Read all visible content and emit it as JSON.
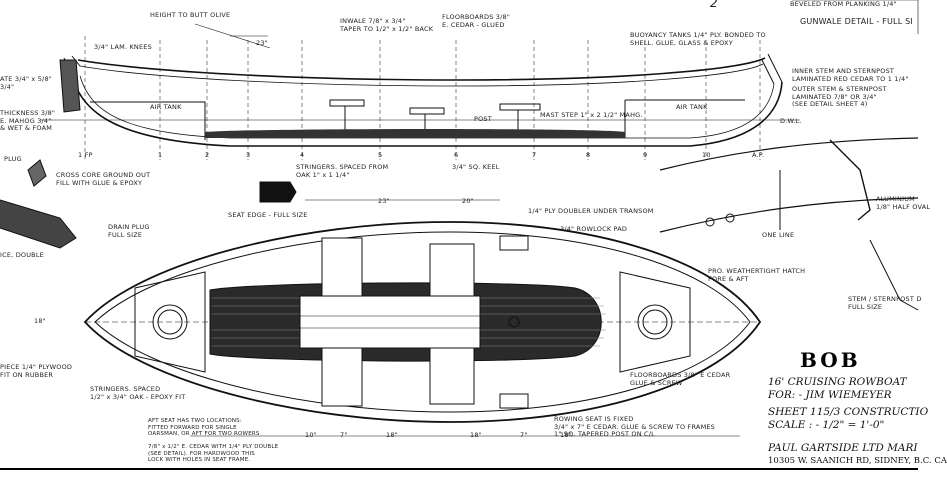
{
  "title_block": {
    "name": "BOB",
    "line1": "16' CRUISING ROWBOAT",
    "line2": "FOR: - JIM WIEMEYER",
    "line3": "SHEET 115/3 CONSTRUCTIO",
    "line4": "SCALE : - 1/2\" = 1'-0\"",
    "line5": "PAUL GARTSIDE LTD MARI",
    "line6": "10305 W. SAANICH RD, SIDNEY, B.C. CA"
  },
  "page_number": "2",
  "gunwale_detail": {
    "note": "BEVELED FROM PLANKING 1/4\"",
    "title": "GUNWALE DETAIL - FULL SI"
  },
  "notes": {
    "height_to_butt": "HEIGHT TO BUTT OLIVE",
    "inwale": "INWALE 7/8\" x 3/4\"\nTAPER TO 1/2\" x 1/2\" BACK",
    "floorboards_top": "FLOORBOARDS 3/8\"\nE. CEDAR - GLUED",
    "buoyancy_tanks": "BUOYANCY TANKS 1/4\" PLY. BONDED TO\nSHELL. GLUE, GLASS & EPOXY",
    "lam_knees": "3/4\" LAM. KNEES",
    "air_tank_left": "AIR TANK",
    "air_tank_right": "AIR TANK",
    "post": "POST",
    "mast_step": "MAST STEP 1\" x 2 1/2\" MAHG.",
    "stem_laminated": "INNER STEM AND STERNPOST\nLAMINATED RED CEDAR TO 1 1/4\"",
    "outer_stem": "OUTER STEM & STERNPOST\nLAMINATED 7/8\" OR 3/4\"\n(SEE DETAIL SHEET 4)",
    "dwl": "D.W.L.",
    "left_top": "ATE 3/4\" x 5/8\"\n3/4\"",
    "left_mid": "THICKNESS 3/8\"\nE. MAHOG 3/4\"\n& WET & FOAM",
    "plug": "PLUG",
    "cross_cores": "CROSS CORE GROUND OUT\nFILL WITH GLUE & EPOXY",
    "stringers_top": "STRINGERS. SPACED FROM\nOAK 1\" x 1 1/4\"",
    "sq_keel": "3/4\" SQ. KEEL",
    "seat_edge": "SEAT EDGE - FULL SIZE",
    "drain_plug": "DRAIN PLUG\nFULL SIZE",
    "bow_double": "ICE, DOUBLE",
    "ply_doubler": "1/4\" PLY DOUBLER UNDER TRANSOM",
    "rowlock_pad": "3/4\" ROWLOCK PAD",
    "hatch": "PRO. WEATHERTIGHT HATCH\nFORE & AFT",
    "one_line": "ONE LINE",
    "aluminium": "ALUMINIUM\n1/8\" HALF OVAL",
    "stem_detail": "STEM / STERNPOST D\nFULL SIZE",
    "plywood_deck": "PIECE 1/4\" PLYWOOD\nFIT ON RUBBER",
    "stringers_bottom": "STRINGERS. SPACED\n1/2\" x 3/4\" OAK - EPOXY FIT",
    "aft_seat": "AFT SEAT HAS TWO LOCATIONS:\nFITTED FORWARD FOR SINGLE\nOARSMAN, OR AFT FOR TWO ROWERS\n\n7/8\" x 1/2\" E. CEDAR WITH 1/4\" PLY DOUBLE\n(SEE DETAIL). FOR HARDWOOD THIS\nLOCK WITH HOLES IN SEAT FRAME.",
    "floorboards_bottom": "FLOORBOARDS 3/8\" E CEDAR\nGLUE & SCREW",
    "rowing_seat": "ROWING SEAT IS FIXED\n3/4\" x 7\" E CEDAR. GLUE & SCREW TO FRAMES\n1\" SQ. TAPERED POST ON C/L"
  },
  "dimensions": {
    "d1": "23\"",
    "d2": "23\"",
    "d3": "20\"",
    "d4": "18\"",
    "d5": "10\"",
    "d6": "7\"",
    "d7": "18\"",
    "d8": "18\"",
    "d9": "7\"",
    "d10": "18\""
  },
  "stations": [
    "1 FP",
    "1",
    "2",
    "3",
    "4",
    "5",
    "6",
    "7",
    "8",
    "9",
    "10",
    "A.P."
  ]
}
